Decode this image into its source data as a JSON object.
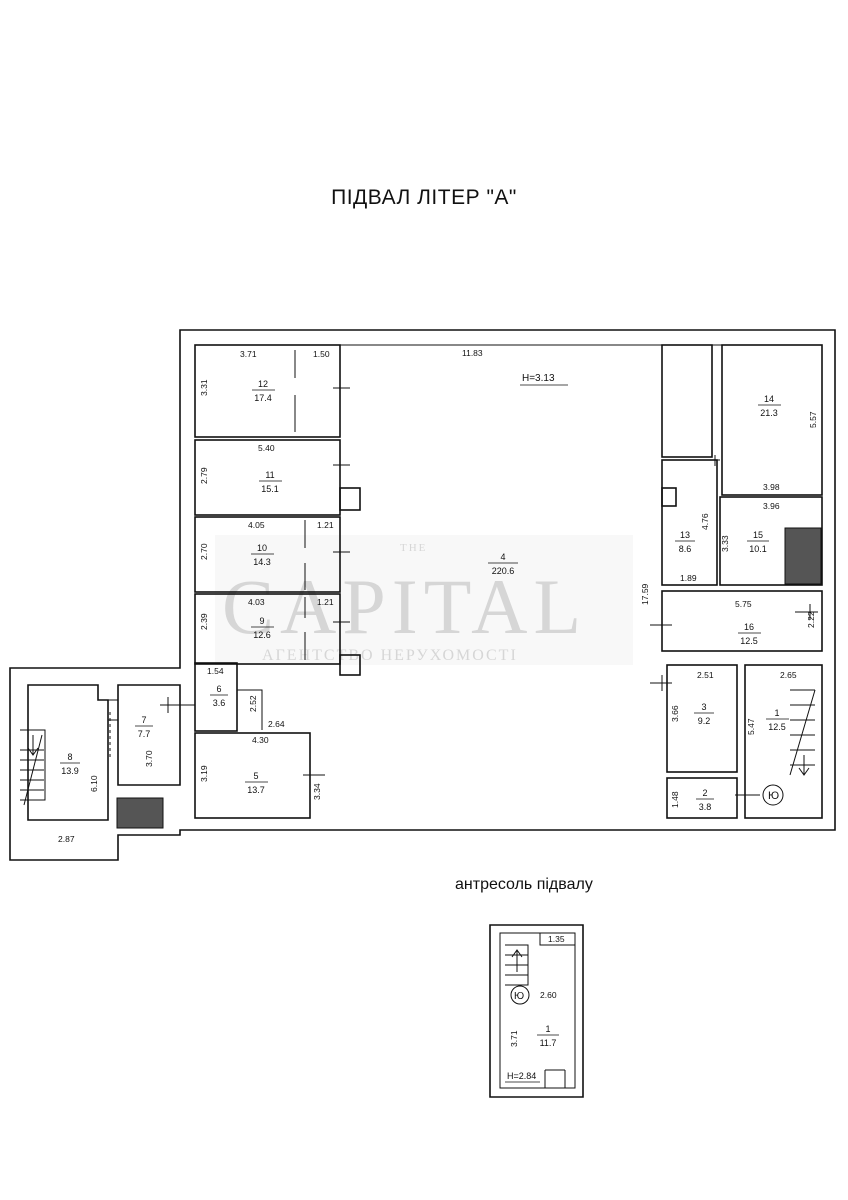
{
  "main_title": "ПІДВАЛ ЛІТЕР  \"А\"",
  "mezzanine_title": "антресоль підвалу",
  "watermark": {
    "top": "THE",
    "main": "CAPITAL",
    "sub": "АГЕНТСТВО НЕРУХОМОСТІ"
  },
  "height_main": "H=3.13",
  "height_mezz": "H=2.84",
  "rooms": [
    {
      "no": "12",
      "area": "17.4"
    },
    {
      "no": "11",
      "area": "15.1"
    },
    {
      "no": "10",
      "area": "14.3"
    },
    {
      "no": "9",
      "area": "12.6"
    },
    {
      "no": "6",
      "area": "3.6"
    },
    {
      "no": "7",
      "area": "7.7"
    },
    {
      "no": "8",
      "area": "13.9"
    },
    {
      "no": "5",
      "area": "13.7"
    },
    {
      "no": "4",
      "area": "220.6"
    },
    {
      "no": "14",
      "area": "21.3"
    },
    {
      "no": "13",
      "area": "8.6"
    },
    {
      "no": "15",
      "area": "10.1"
    },
    {
      "no": "16",
      "area": "12.5"
    },
    {
      "no": "3",
      "area": "9.2"
    },
    {
      "no": "1",
      "area": "12.5"
    },
    {
      "no": "2",
      "area": "3.8"
    }
  ],
  "mezz_room": {
    "no": "1",
    "area": "11.7"
  },
  "dimensions": [
    "3.71",
    "1.50",
    "3.31",
    "5.40",
    "2.79",
    "4.05",
    "1.21",
    "2.70",
    "4.03",
    "1.21",
    "2.39",
    "1.54",
    "2.52",
    "2.64",
    "3.70",
    "4.30",
    "3.19",
    "3.34",
    "6.10",
    "2.87",
    "11.83",
    "17.59",
    "5.57",
    "3.98",
    "4.76",
    "3.33",
    "3.96",
    "1.89",
    "5.75",
    "2.22",
    "2.51",
    "2.65",
    "3.66",
    "5.47",
    "1.48"
  ],
  "mezz_dimensions": [
    "1.35",
    "2.60",
    "3.71"
  ],
  "symbol_label": "Ю"
}
